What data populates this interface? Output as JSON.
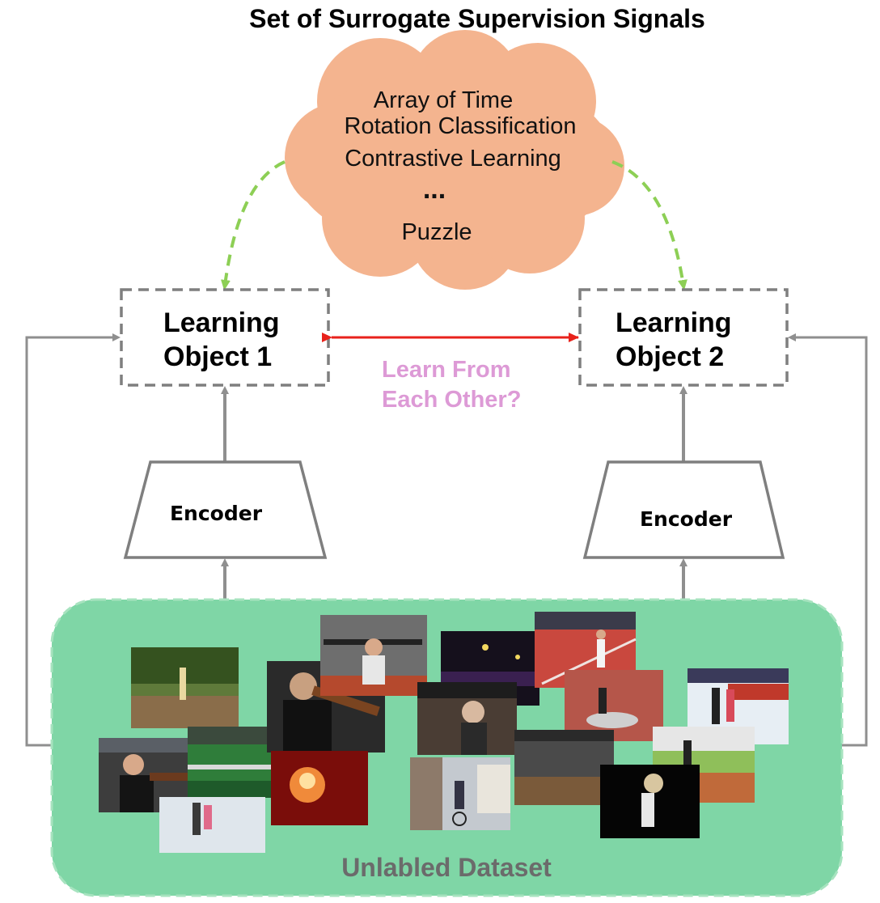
{
  "title": "Set of Surrogate Supervision Signals",
  "cloud": {
    "items": [
      "Array of Time",
      "Rotation Classification",
      "Contrastive Learning",
      "...",
      "Puzzle"
    ]
  },
  "learning_object_1": {
    "line1": "Learning",
    "line2": "Object 1"
  },
  "learning_object_2": {
    "line1": "Learning",
    "line2": "Object 2"
  },
  "mutual_label": {
    "line1": "Learn From",
    "line2": "Each Other?"
  },
  "encoder_left": "Encoder",
  "encoder_right": "Encoder",
  "dataset_label": "Unlabled Dataset",
  "colors": {
    "cloud_fill": "#f4b48f",
    "dashed_green": "#8dcf55",
    "red_arrow": "#e8221b",
    "dataset_fill": "#7fd6a6",
    "gray_arrow": "#8f8f8f",
    "mutual_text": "#dd9ad6"
  }
}
